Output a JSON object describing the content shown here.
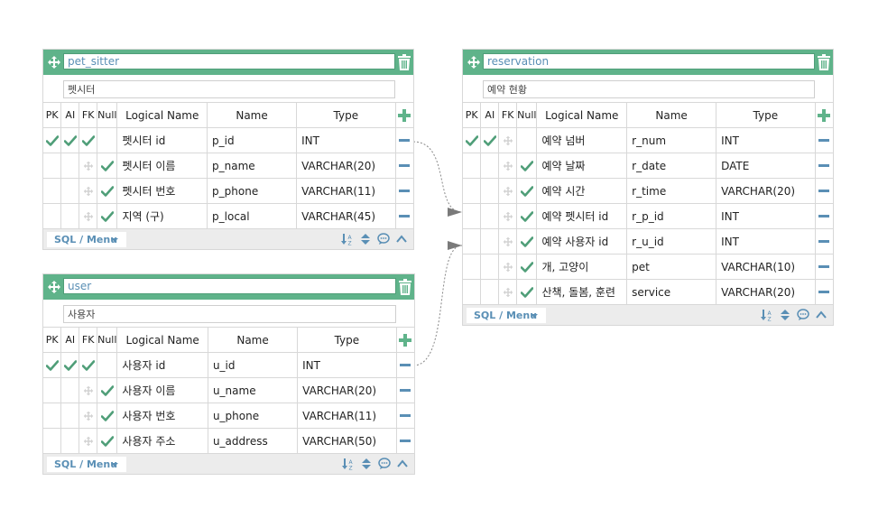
{
  "ui": {
    "sql_menu_label": "SQL / Menu",
    "columns": {
      "pk": "PK",
      "ai": "AI",
      "fk": "FK",
      "null": "Null",
      "logical": "Logical Name",
      "name": "Name",
      "type": "Type"
    },
    "colors": {
      "header": "#5fb38a",
      "check": "#4f9e78",
      "accent": "#5a8fb5",
      "footer": "#ececec"
    }
  },
  "tables": {
    "pet_sitter": {
      "name": "pet_sitter",
      "comment": "펫시터",
      "rows": [
        {
          "pk": true,
          "ai": true,
          "fk": "pk",
          "null": false,
          "logical": "펫시터 id",
          "name": "p_id",
          "type": "INT"
        },
        {
          "pk": false,
          "ai": false,
          "fk": "move",
          "null": true,
          "logical": "펫시터 이름",
          "name": "p_name",
          "type": "VARCHAR(20)"
        },
        {
          "pk": false,
          "ai": false,
          "fk": "move",
          "null": true,
          "logical": "펫시터 번호",
          "name": "p_phone",
          "type": "VARCHAR(11)"
        },
        {
          "pk": false,
          "ai": false,
          "fk": "move",
          "null": true,
          "logical": "지역 (구)",
          "name": "p_local",
          "type": "VARCHAR(45)"
        }
      ]
    },
    "user": {
      "name": "user",
      "comment": "사용자",
      "rows": [
        {
          "pk": true,
          "ai": true,
          "fk": "pk",
          "null": false,
          "logical": "사용자 id",
          "name": "u_id",
          "type": "INT"
        },
        {
          "pk": false,
          "ai": false,
          "fk": "move",
          "null": true,
          "logical": "사용자 이름",
          "name": "u_name",
          "type": "VARCHAR(20)"
        },
        {
          "pk": false,
          "ai": false,
          "fk": "move",
          "null": true,
          "logical": "사용자 번호",
          "name": "u_phone",
          "type": "VARCHAR(11)"
        },
        {
          "pk": false,
          "ai": false,
          "fk": "move",
          "null": true,
          "logical": "사용자 주소",
          "name": "u_address",
          "type": "VARCHAR(50)"
        }
      ]
    },
    "reservation": {
      "name": "reservation",
      "comment": "예약 현황",
      "rows": [
        {
          "pk": true,
          "ai": true,
          "fk": "move",
          "null": false,
          "logical": "예약 넘버",
          "name": "r_num",
          "type": "INT"
        },
        {
          "pk": false,
          "ai": false,
          "fk": "move",
          "null": true,
          "logical": "예약 날짜",
          "name": "r_date",
          "type": "DATE"
        },
        {
          "pk": false,
          "ai": false,
          "fk": "move",
          "null": true,
          "logical": "예약 시간",
          "name": "r_time",
          "type": "VARCHAR(20)"
        },
        {
          "pk": false,
          "ai": false,
          "fk": "move",
          "null": true,
          "logical": "예약 펫시터 id",
          "name": "r_p_id",
          "type": "INT"
        },
        {
          "pk": false,
          "ai": false,
          "fk": "move",
          "null": true,
          "logical": "예약 사용자 id",
          "name": "r_u_id",
          "type": "INT"
        },
        {
          "pk": false,
          "ai": false,
          "fk": "move",
          "null": true,
          "logical": "개, 고양이",
          "name": "pet",
          "type": "VARCHAR(10)"
        },
        {
          "pk": false,
          "ai": false,
          "fk": "move",
          "null": true,
          "logical": "산책, 돌봄, 훈련",
          "name": "service",
          "type": "VARCHAR(20)"
        }
      ]
    }
  }
}
